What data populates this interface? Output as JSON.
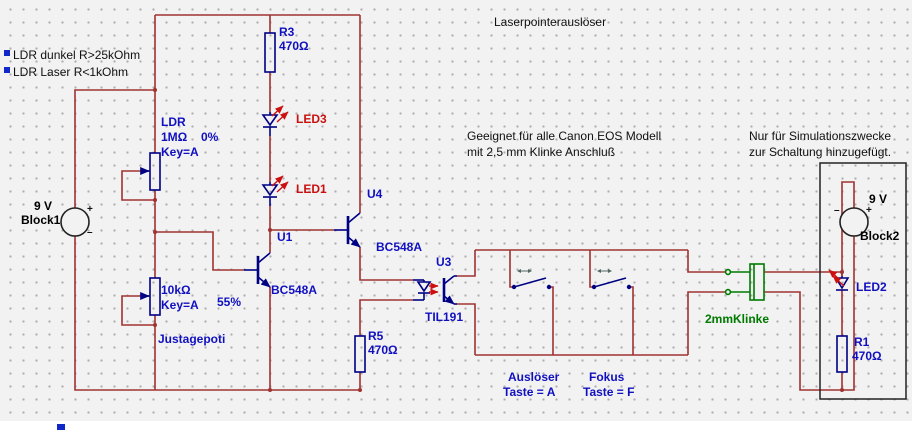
{
  "app": {
    "title": "Laserpointerauslöser"
  },
  "colors": {
    "wire": "#a03232",
    "component": "#000084",
    "label_blue": "#1010c0",
    "label_red": "#cc1010",
    "label_green": "#007a00",
    "background": "#f2f2f2",
    "grid_dot": "#adadad"
  },
  "notes": {
    "ldr": {
      "line1": "LDR dunkel R>25kOhm",
      "line2": "LDR Laser R<1kOhm"
    },
    "canon": {
      "line1": "Geeignet für alle Canon EOS Modell",
      "line2": "mit 2,5 mm Klinke Anschluß"
    },
    "sim": {
      "line1": "Nur für Simulationszwecke",
      "line2": "zur Schaltung hinzugefügt."
    }
  },
  "components": {
    "block1": {
      "value": "9 V",
      "ref": "Block1",
      "plus": "+",
      "minus": "–"
    },
    "ldr": {
      "ref": "LDR",
      "value": "1MΩ",
      "percent": "0%",
      "key": "Key=A"
    },
    "poti": {
      "value": "10kΩ",
      "key": "Key=A",
      "percent": "55%",
      "caption": "Justagepoti"
    },
    "r3": {
      "ref": "R3",
      "value": "470Ω"
    },
    "led3": {
      "ref": "LED3"
    },
    "led1": {
      "ref": "LED1"
    },
    "u1": {
      "ref": "U1",
      "type": "BC548A"
    },
    "u4": {
      "ref": "U4",
      "type": "BC548A"
    },
    "u3": {
      "ref": "U3",
      "type": "TIL191"
    },
    "r5": {
      "ref": "R5",
      "value": "470Ω"
    },
    "sw_ausloeser": {
      "caption": "Auslöser",
      "key": "Taste = A"
    },
    "sw_fokus": {
      "caption": "Fokus",
      "key": "Taste = F"
    },
    "jack": {
      "caption": "2mmKlinke"
    },
    "block2": {
      "value": "9 V",
      "ref": "Block2",
      "plus": "+",
      "minus": "–"
    },
    "led2": {
      "ref": "LED2"
    },
    "r1": {
      "ref": "R1",
      "value": "470Ω"
    }
  }
}
